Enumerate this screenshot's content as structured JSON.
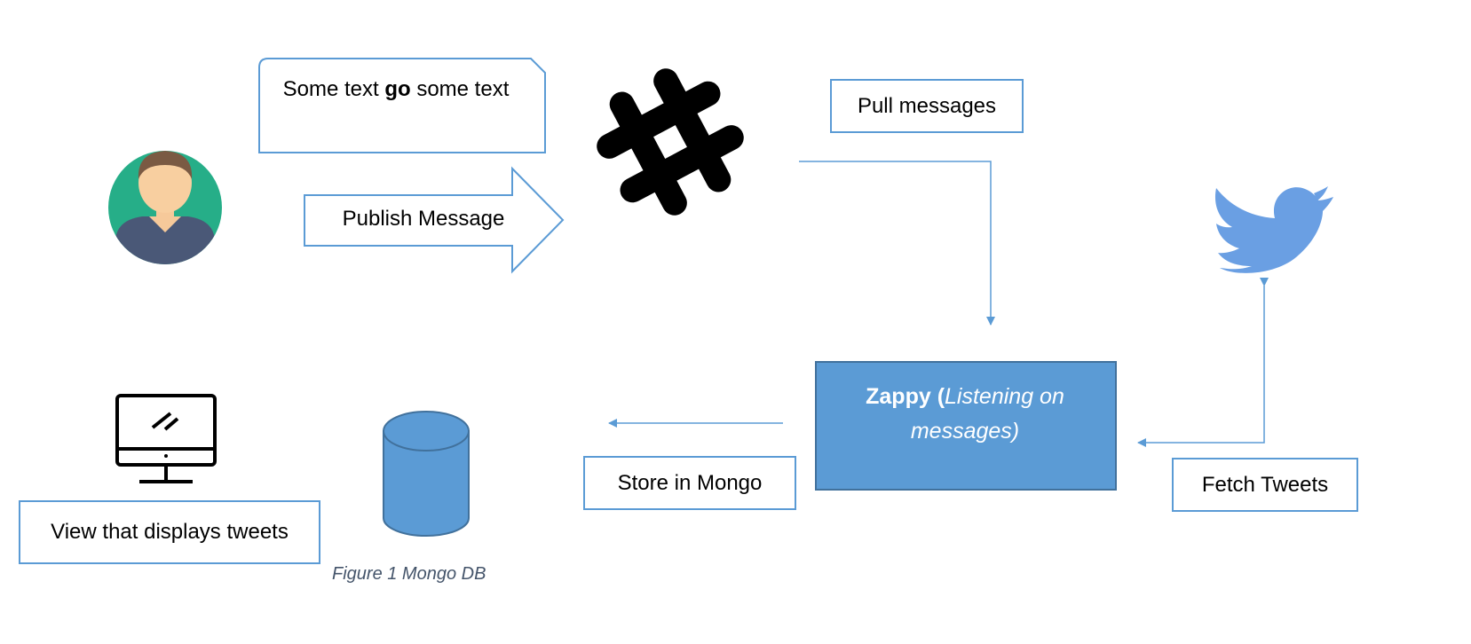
{
  "callout": {
    "text_before": "Some text ",
    "text_bold": "go",
    "text_after": " some text"
  },
  "publish_arrow": {
    "label": "Publish Message"
  },
  "pull_label": "Pull messages",
  "zappy": {
    "name": "Zappy (",
    "detail": "Listening on messages)"
  },
  "store_label": "Store in Mongo",
  "fetch_label": "Fetch Tweets",
  "view_label": "View that displays tweets",
  "caption": "Figure 1 Mongo DB",
  "icons": [
    "user-avatar-icon",
    "slack-icon",
    "twitter-bird-icon",
    "monitor-icon",
    "database-cylinder-icon"
  ],
  "colors": {
    "accent": "#5b9bd5",
    "zappy_fill": "#5b9bd5",
    "zappy_border": "#41719c",
    "twitter": "#6a9fe3",
    "avatar_bg": "#26ae88",
    "caption": "#44546a"
  }
}
